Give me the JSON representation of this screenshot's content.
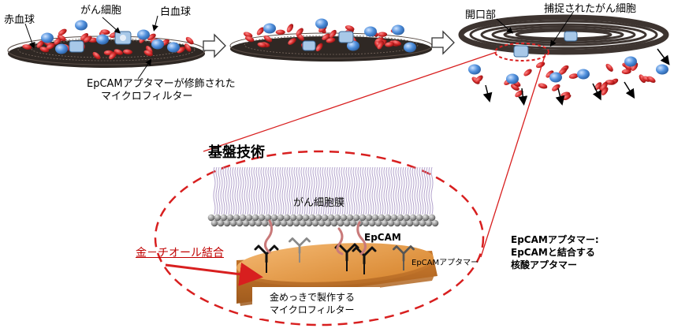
{
  "labels": {
    "rbc": "赤血球",
    "ctc": "がん細胞",
    "wbc": "白血球",
    "filter_line1": "EpCAMアプタマーが修飾された",
    "filter_line2": "マイクロフィルター",
    "opening": "開口部",
    "captured": "捕捉されたがん細胞",
    "tech_title": "基盤技術",
    "membrane": "がん細胞膜",
    "gold_thiol": "金－チオール結合",
    "epcam": "EpCAM",
    "aptamer_small": "EpCAMアプタマー",
    "plated_line1": "金めっきで製作する",
    "plated_line2": "マイクロフィルター"
  },
  "note": {
    "line1": "EpCAMアプタマー:",
    "line2": "EpCAMと結合する",
    "line3": "核酸アプタマー"
  },
  "colors": {
    "rbc": "#d42a2a",
    "wbc": "#4f8fdc",
    "filter": "#3d3430",
    "gold": "#e59a4c",
    "dashed_red": "#d81f1f",
    "membrane_ball": "#9a9a9a",
    "lipid": "#b3a3cc"
  }
}
